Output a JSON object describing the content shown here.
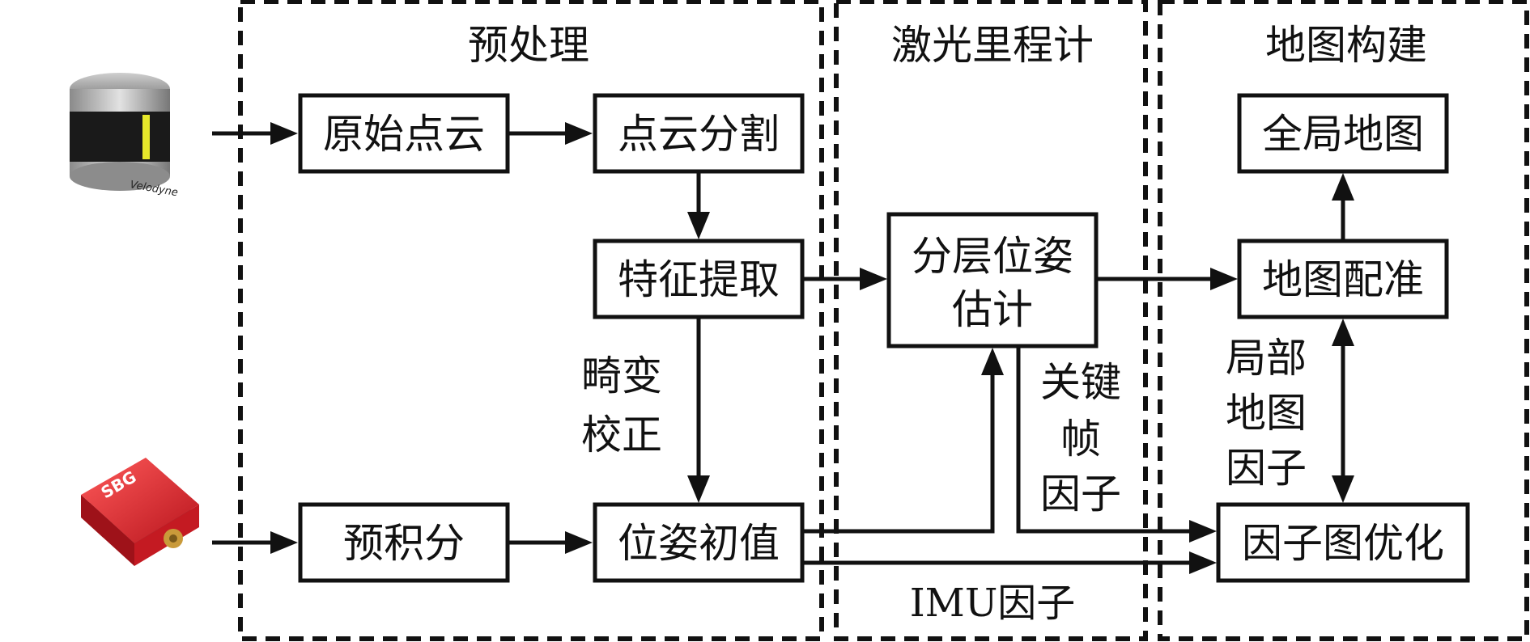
{
  "regions": {
    "preprocess": "预处理",
    "odometry": "激光里程计",
    "mapping": "地图构建"
  },
  "nodes": {
    "raw_cloud": "原始点云",
    "cloud_seg": "点云分割",
    "feature_ext": "特征提取",
    "pre_integ": "预积分",
    "pose_init": "位姿初值",
    "hier_pose_l1": "分层位姿",
    "hier_pose_l2": "估计",
    "global_map": "全局地图",
    "map_reg": "地图配准",
    "factor_opt": "因子图优化"
  },
  "edge_labels": {
    "distortion_l1": "畸变",
    "distortion_l2": "校正",
    "keyframe_l1": "关键",
    "keyframe_l2": "帧",
    "keyframe_l3": "因子",
    "localmap_l1": "局部",
    "localmap_l2": "地图",
    "localmap_l3": "因子",
    "imu_factor": "IMU因子"
  },
  "devices": {
    "lidar_icon": "lidar-sensor-icon",
    "lidar_brand": "Velodyne",
    "imu_icon": "imu-sensor-icon",
    "imu_brand": "SBG"
  },
  "colors": {
    "line": "#111111",
    "imu_body": "#d0202a",
    "lidar_body": "#7a7a7a"
  }
}
